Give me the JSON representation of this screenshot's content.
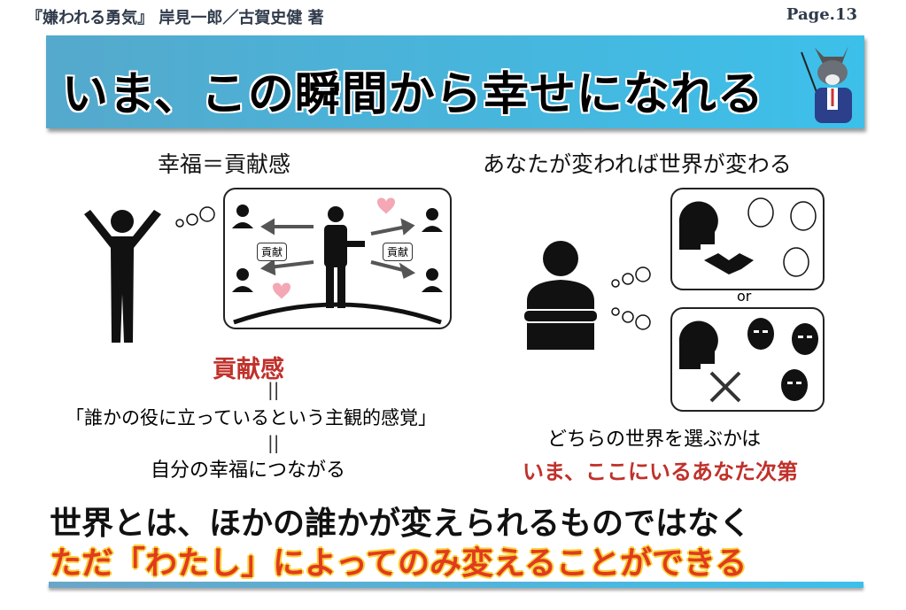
{
  "header": {
    "book": "『嫌われる勇気』 岸見一郎／古賀史健 著",
    "page": "Page.13"
  },
  "banner": {
    "title": "いま、この瞬間から幸せになれる",
    "mascot_icon": "wolf-teacher-icon"
  },
  "left": {
    "heading": "幸福＝貢献感",
    "tag1": "貢献",
    "tag2": "貢献",
    "keyword": "貢献感",
    "eq1": "||",
    "definition": "「誰かの役に立っているという主観的感覚」",
    "eq2": "||",
    "result": "自分の幸福につながる"
  },
  "right": {
    "heading": "あなたが変われば世界が変わる",
    "or": "or",
    "question": "どちらの世界を選ぶかは",
    "answer": "いま、ここにいるあなた次第"
  },
  "footer": {
    "line1": "世界とは、ほかの誰かが変えられるものではなく",
    "line2": "ただ「わたし」によってのみ変えることができる"
  },
  "colors": {
    "accent_red": "#c0312b",
    "banner": "#3cc0ea"
  }
}
